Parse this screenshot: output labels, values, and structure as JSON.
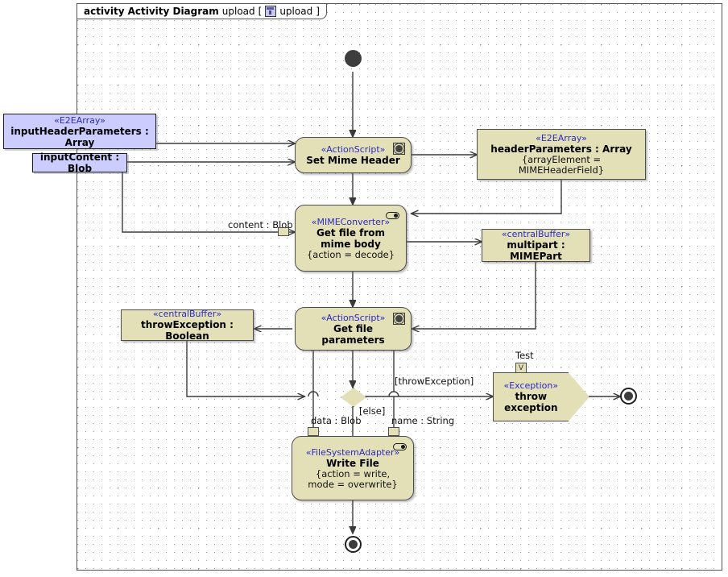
{
  "diagram": {
    "frame_title": {
      "keyword": "activity",
      "type_name": "Activity Diagram",
      "name": "upload",
      "bracket_open": "[",
      "icon": "activity-diagram-icon",
      "bracket_name": "upload",
      "bracket_close": "]"
    },
    "background": "#ffffff",
    "object_node_color": "#ccccff",
    "action_node_color": "#e3e0b8",
    "stereotype_color": "#2b2bc0"
  },
  "nodes": {
    "initial": {
      "name": "initial-node"
    },
    "input_header_parameters": {
      "stereotype": "«E2EArray»",
      "label": "inputHeaderParameters : Array"
    },
    "input_content": {
      "label": "inputContent : Blob"
    },
    "set_mime_header": {
      "stereotype": "«ActionScript»",
      "label": "Set Mime Header",
      "icon": "gear-icon"
    },
    "header_parameters": {
      "stereotype": "«E2EArray»",
      "label": "headerParameters : Array",
      "props": "{arrayElement = MIMEHeaderField}"
    },
    "get_file_from_mime_body": {
      "stereotype": "«MIMEConverter»",
      "label_line1": "Get file from",
      "label_line2": "mime body",
      "props": "{action = decode}",
      "icon": "pill-icon"
    },
    "multipart": {
      "stereotype": "«centralBuffer»",
      "label": "multipart : MIMEPart"
    },
    "content_pin_label": "content : Blob",
    "throw_exception_buffer": {
      "stereotype": "«centralBuffer»",
      "label": "throwException : Boolean"
    },
    "get_file_parameters": {
      "stereotype": "«ActionScript»",
      "label_line1": "Get file",
      "label_line2": "parameters",
      "icon": "gear-icon"
    },
    "decision": {
      "name": "decision-node"
    },
    "throw_exception": {
      "pin_label": "Test",
      "pin_glyph": "V",
      "stereotype": "«Exception»",
      "label_line1": "throw",
      "label_line2": "exception"
    },
    "write_file": {
      "stereotype": "«FileSystemAdapter»",
      "label": "Write File",
      "props_line1": "{action = write,",
      "props_line2": "mode = overwrite}",
      "icon": "pill-icon"
    },
    "final_main": {
      "name": "activity-final-node"
    },
    "final_exception": {
      "name": "activity-final-node-exception"
    }
  },
  "edges": {
    "guard_throw_exception": "[throwException]",
    "guard_else": "[else]",
    "pin_data": "data : Blob",
    "pin_name": "name : String"
  }
}
